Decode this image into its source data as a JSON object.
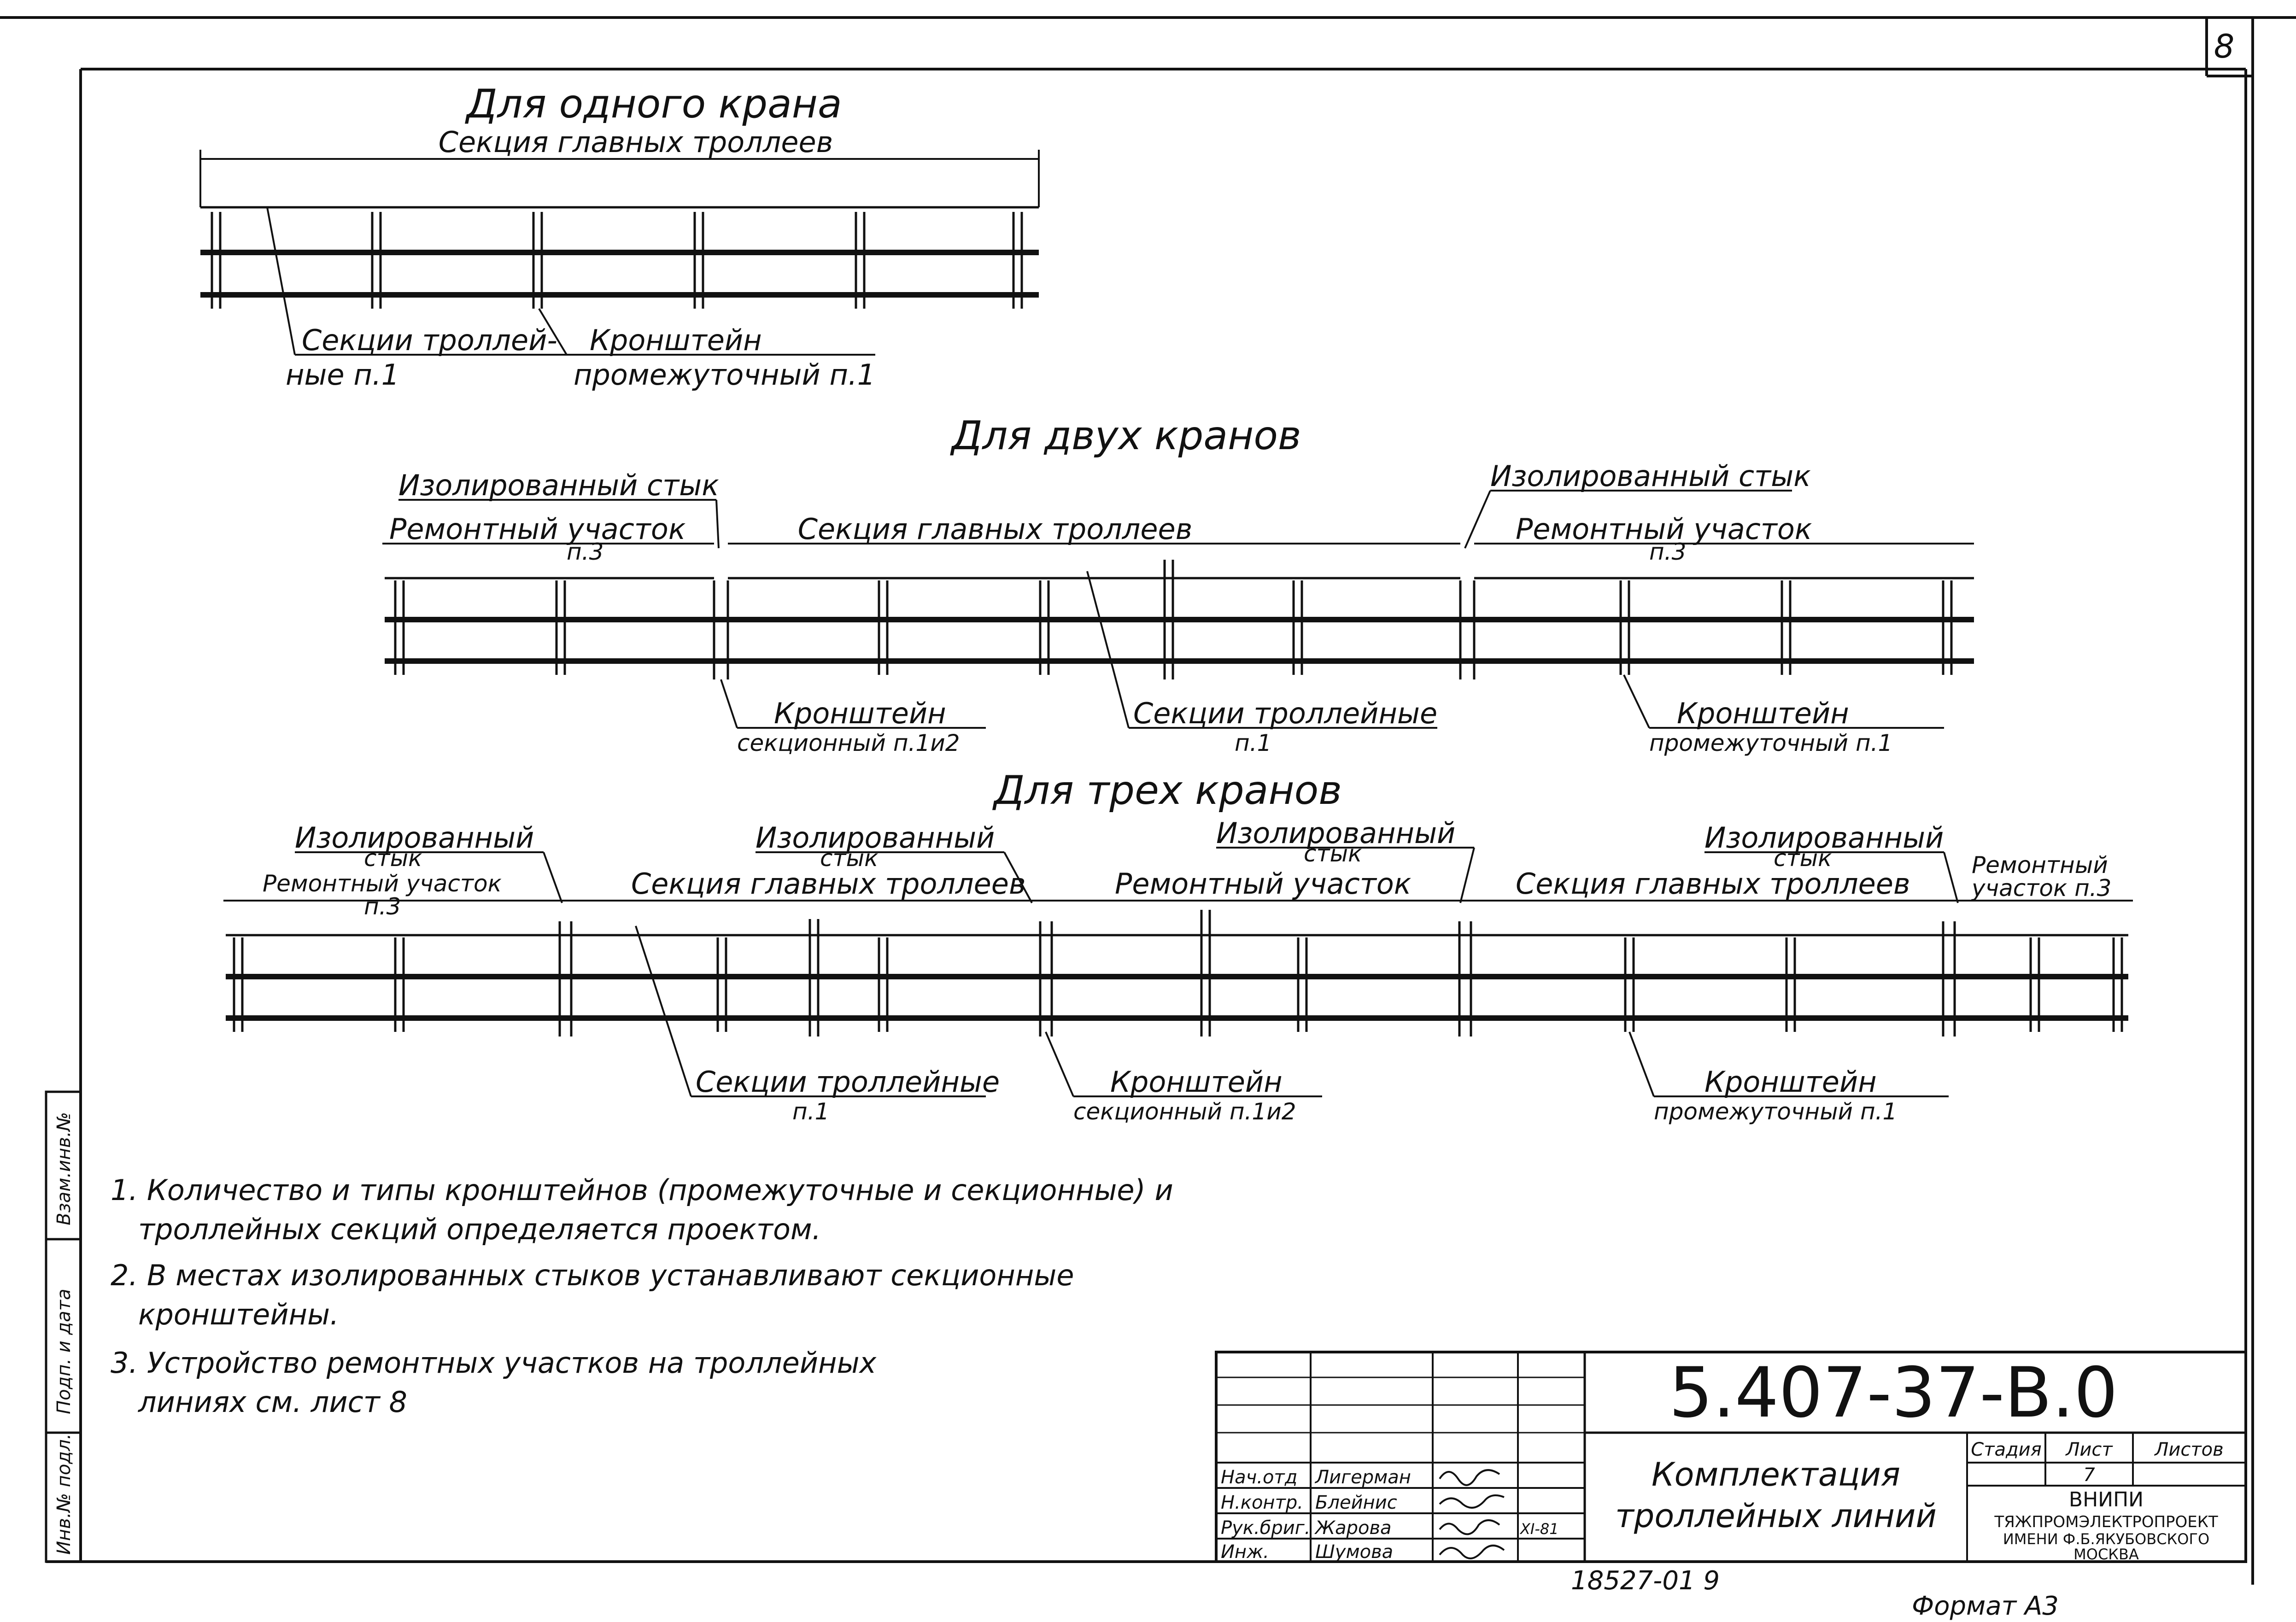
{
  "sheet": {
    "page_number": "8",
    "format": "Формат А3",
    "archive_number": "18527-01 9"
  },
  "diagram_one": {
    "title": "Для одного крана",
    "section_label": "Секция главных троллеев",
    "callout_sections": "Секции троллей-",
    "callout_sections_2": "ные п.1",
    "callout_bracket": "Кронштейн",
    "callout_bracket_2": "промежуточный п.1"
  },
  "diagram_two": {
    "title": "Для двух кранов",
    "insulated_left": "Изолированный стык",
    "insulated_right": "Изолированный стык",
    "repair_left": "Ремонтный участок",
    "repair_left_ref": "п.3",
    "main_section": "Секция главных троллеев",
    "repair_right": "Ремонтный участок",
    "repair_right_ref": "п.3",
    "callout_bracket": "Кронштейн",
    "callout_bracket_2": "секционный п.1и2",
    "callout_sections": "Секции троллейные",
    "callout_sections_2": "п.1",
    "callout_bracket_right": "Кронштейн",
    "callout_bracket_right_2": "промежуточный п.1"
  },
  "diagram_three": {
    "title": "Для трех кранов",
    "insulated_1": "Изолированный",
    "insulated_1b": "стык",
    "repair_1": "Ремонтный участок",
    "repair_1_ref": "п.3",
    "insulated_2": "Изолированный",
    "insulated_2b": "стык",
    "main_1": "Секция главных троллеев",
    "insulated_3": "Изолированный",
    "insulated_3b": "стык",
    "repair_2": "Ремонтный участок",
    "insulated_4": "Изолированный",
    "insulated_4b": "стык",
    "main_2": "Секция главных троллеев",
    "repair_3": "Ремонтный",
    "repair_3b": "участок п.3",
    "callout_sections": "Секции троллейные",
    "callout_sections_2": "п.1",
    "callout_bracket": "Кронштейн",
    "callout_bracket_2": "секционный п.1и2",
    "callout_bracket_right": "Кронштейн",
    "callout_bracket_right_2": "промежуточный п.1"
  },
  "notes": [
    "1. Количество и типы кронштейнов (промежуточные и секционные) и",
    "троллейных секций определяется проектом.",
    "2. В местах изолированных стыков устанавливают секционные",
    "кронштейны.",
    "3. Устройство ремонтных участков на троллейных",
    "линиях см. лист 8"
  ],
  "side_stamp": [
    "Взам.инв.№",
    "Подп. и дата",
    "Инв.№ подл."
  ],
  "title_block": {
    "doc_code": "5.407-37-В.0",
    "title_line1": "Комплектация",
    "title_line2": "троллейных линий",
    "stage_header": "Стадия",
    "sheet_header": "Лист",
    "sheets_header": "Листов",
    "sheet_value": "7",
    "org_line1": "ВНИПИ",
    "org_line2": "ТЯЖПРОМЭЛЕКТРОПРОЕКТ",
    "org_line3": "ИМЕНИ Ф.Б.ЯКУБОВСКОГО",
    "org_line4": "МОСКВА",
    "date": "XI-81",
    "roles": [
      {
        "role": "Нач.отд",
        "name": "Лигерман"
      },
      {
        "role": "Н.контр.",
        "name": "Блейнис"
      },
      {
        "role": "Рук.бриг.",
        "name": "Жарова"
      },
      {
        "role": "Инж.",
        "name": "Шумова"
      }
    ]
  }
}
